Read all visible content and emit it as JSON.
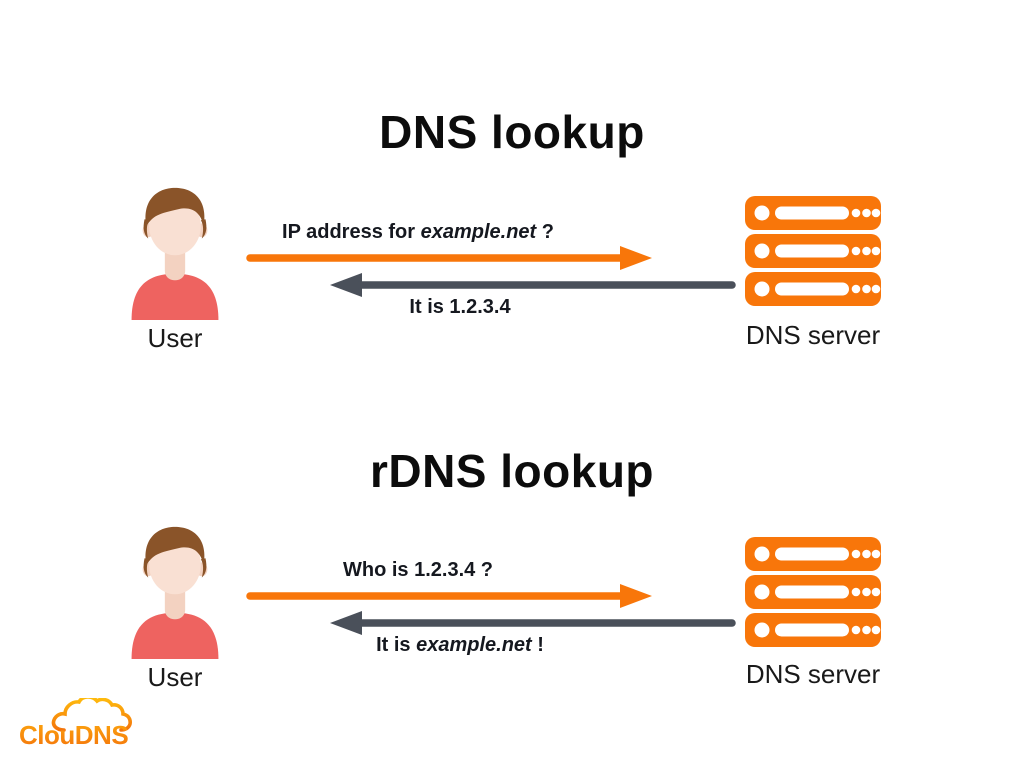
{
  "colors": {
    "accent-orange": "#F8760A",
    "arrow-gray": "#4A505A",
    "title-color": "#0C0C0C",
    "label-color": "#191919",
    "message-color": "#15181F",
    "shirt-red": "#EE6360",
    "skin": "#F9E0D3",
    "skin-shade": "#F3D2C1",
    "hair-brown": "#8A5429",
    "logo-yellow": "#FFBE0D",
    "logo-orange": "#F4740C",
    "background": "#FFFFFF"
  },
  "logo": {
    "text": "ClouDNS"
  },
  "sections": [
    {
      "title": "DNS lookup",
      "user_label": "User",
      "server_label": "DNS server",
      "request": {
        "prefix": "IP address for ",
        "em": "example.net",
        "suffix": " ?"
      },
      "response": {
        "prefix": "It is 1.2.3.4",
        "em": "",
        "suffix": ""
      }
    },
    {
      "title": "rDNS lookup",
      "user_label": "User",
      "server_label": "DNS server",
      "request": {
        "prefix": "Who is 1.2.3.4 ?",
        "em": "",
        "suffix": ""
      },
      "response": {
        "prefix": "It is ",
        "em": "example.net",
        "suffix": " !"
      }
    }
  ]
}
